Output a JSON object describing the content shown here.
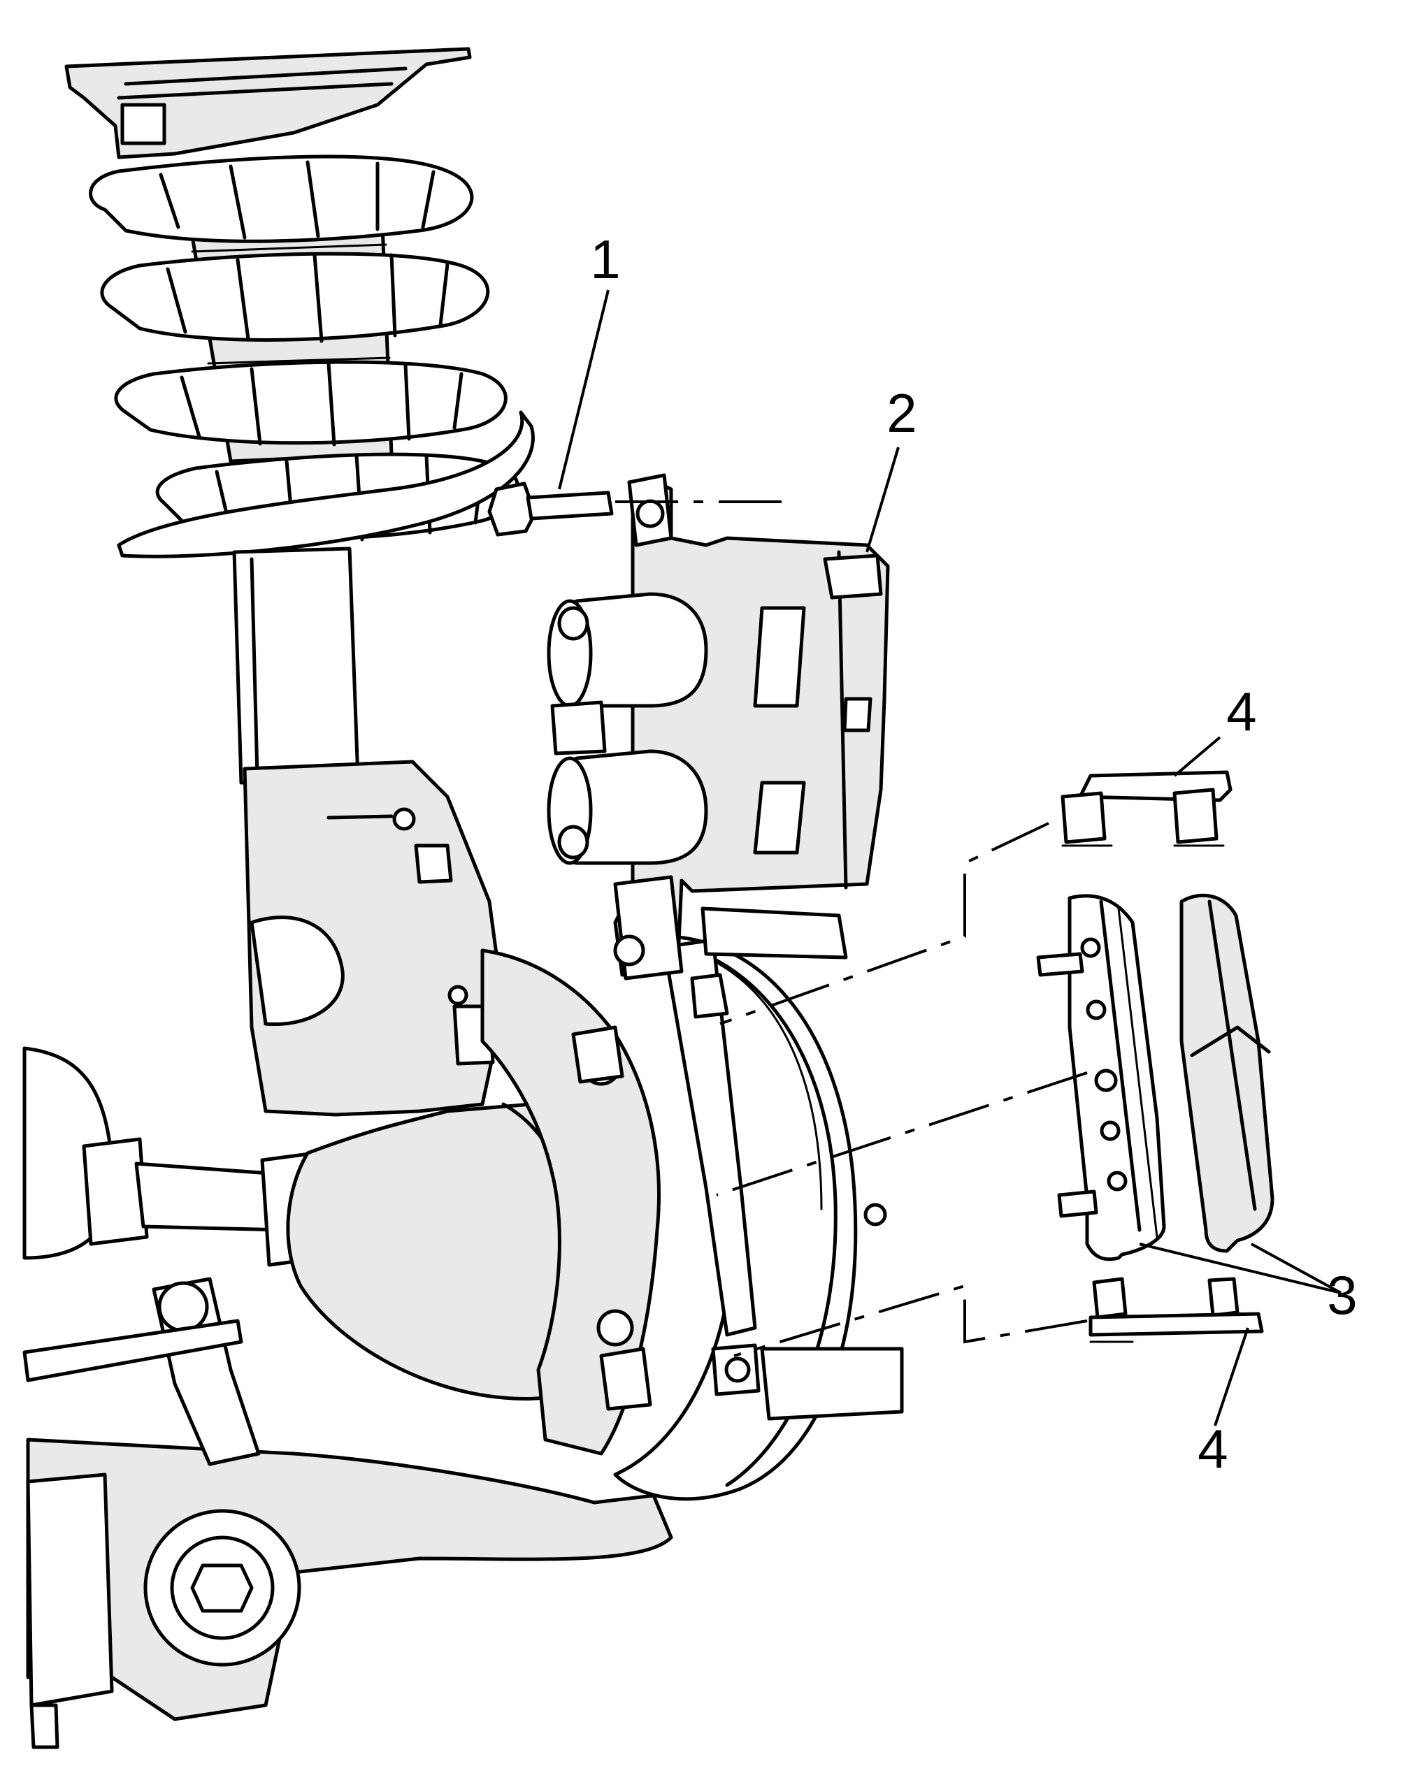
{
  "callouts": {
    "c1": "1",
    "c2": "2",
    "c3": "3",
    "c4_top": "4",
    "c4_bottom": "4"
  },
  "colors": {
    "line": "#000000",
    "background": "#ffffff",
    "shade": "#e9e9e9"
  }
}
